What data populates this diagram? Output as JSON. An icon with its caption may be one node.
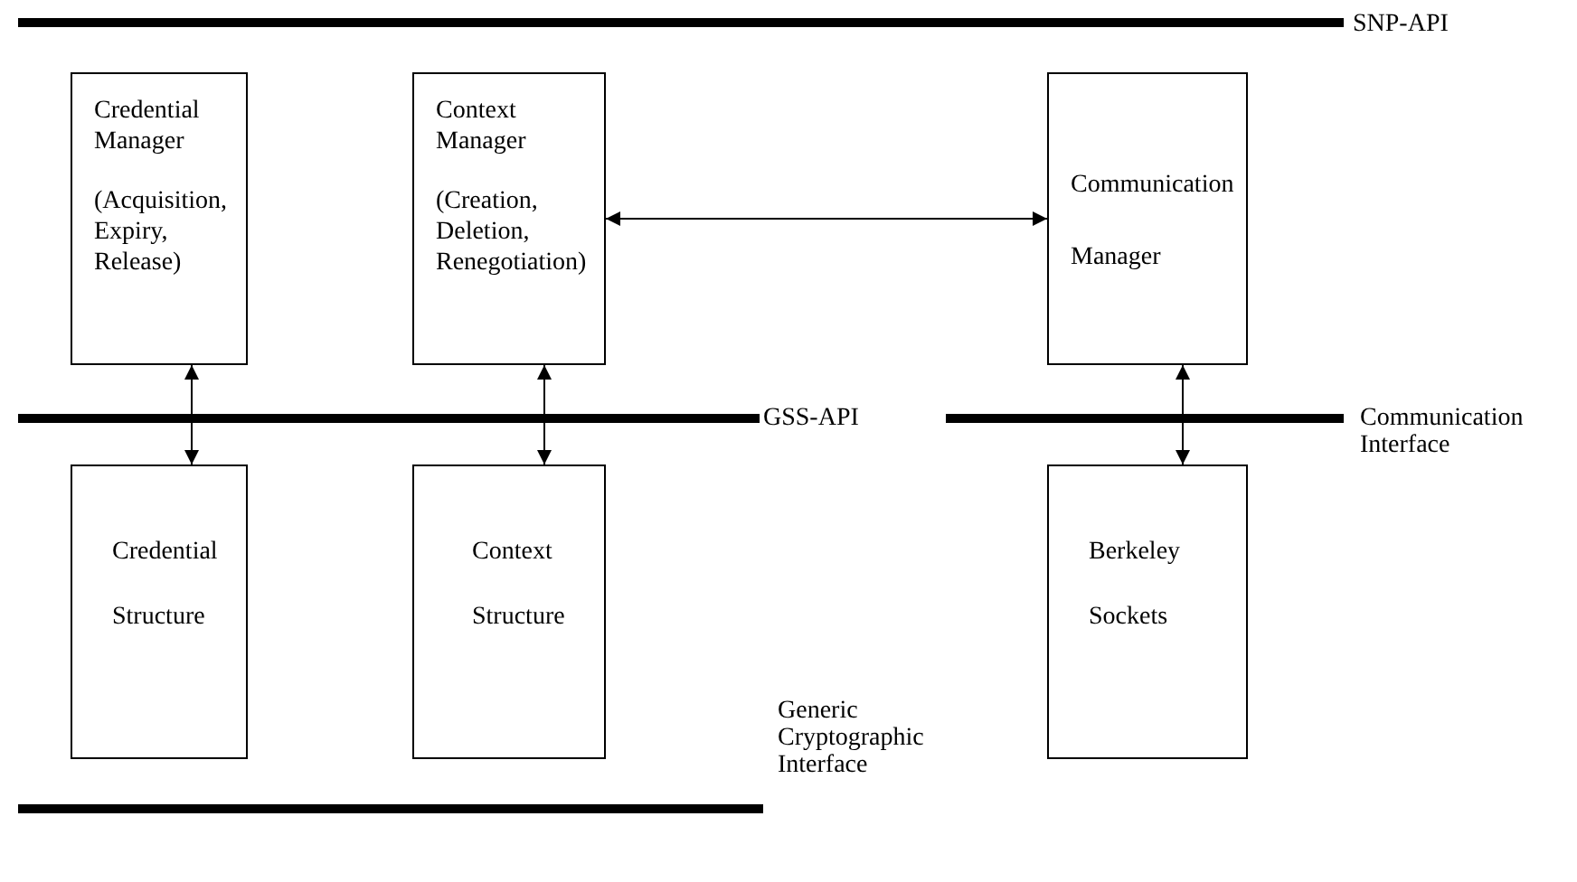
{
  "diagram": {
    "nodes": [
      {
        "text": [
          "Credential Manager",
          "(Acquisition, Expiry, Release)"
        ]
      },
      {
        "text": [
          "Context Manager",
          "(Creation, Deletion, Renegotiation)"
        ]
      },
      {
        "text": [
          "Communication Manager"
        ]
      },
      {
        "text": [
          "Credential Structure"
        ]
      },
      {
        "text": [
          "Context Structure"
        ]
      },
      {
        "text": [
          "Berkeley Sockets"
        ]
      }
    ],
    "edges": [
      {
        "from": 0,
        "to": 3,
        "arrow": "both"
      },
      {
        "from": 1,
        "to": 4,
        "arrow": "both"
      },
      {
        "from": 1,
        "to": 2,
        "arrow": "both"
      },
      {
        "from": 2,
        "to": 5,
        "arrow": "both"
      }
    ],
    "labels": [
      "SNP-API",
      "GSS-API",
      "Communication Interface",
      "Generic Cryptographic Interface"
    ]
  }
}
